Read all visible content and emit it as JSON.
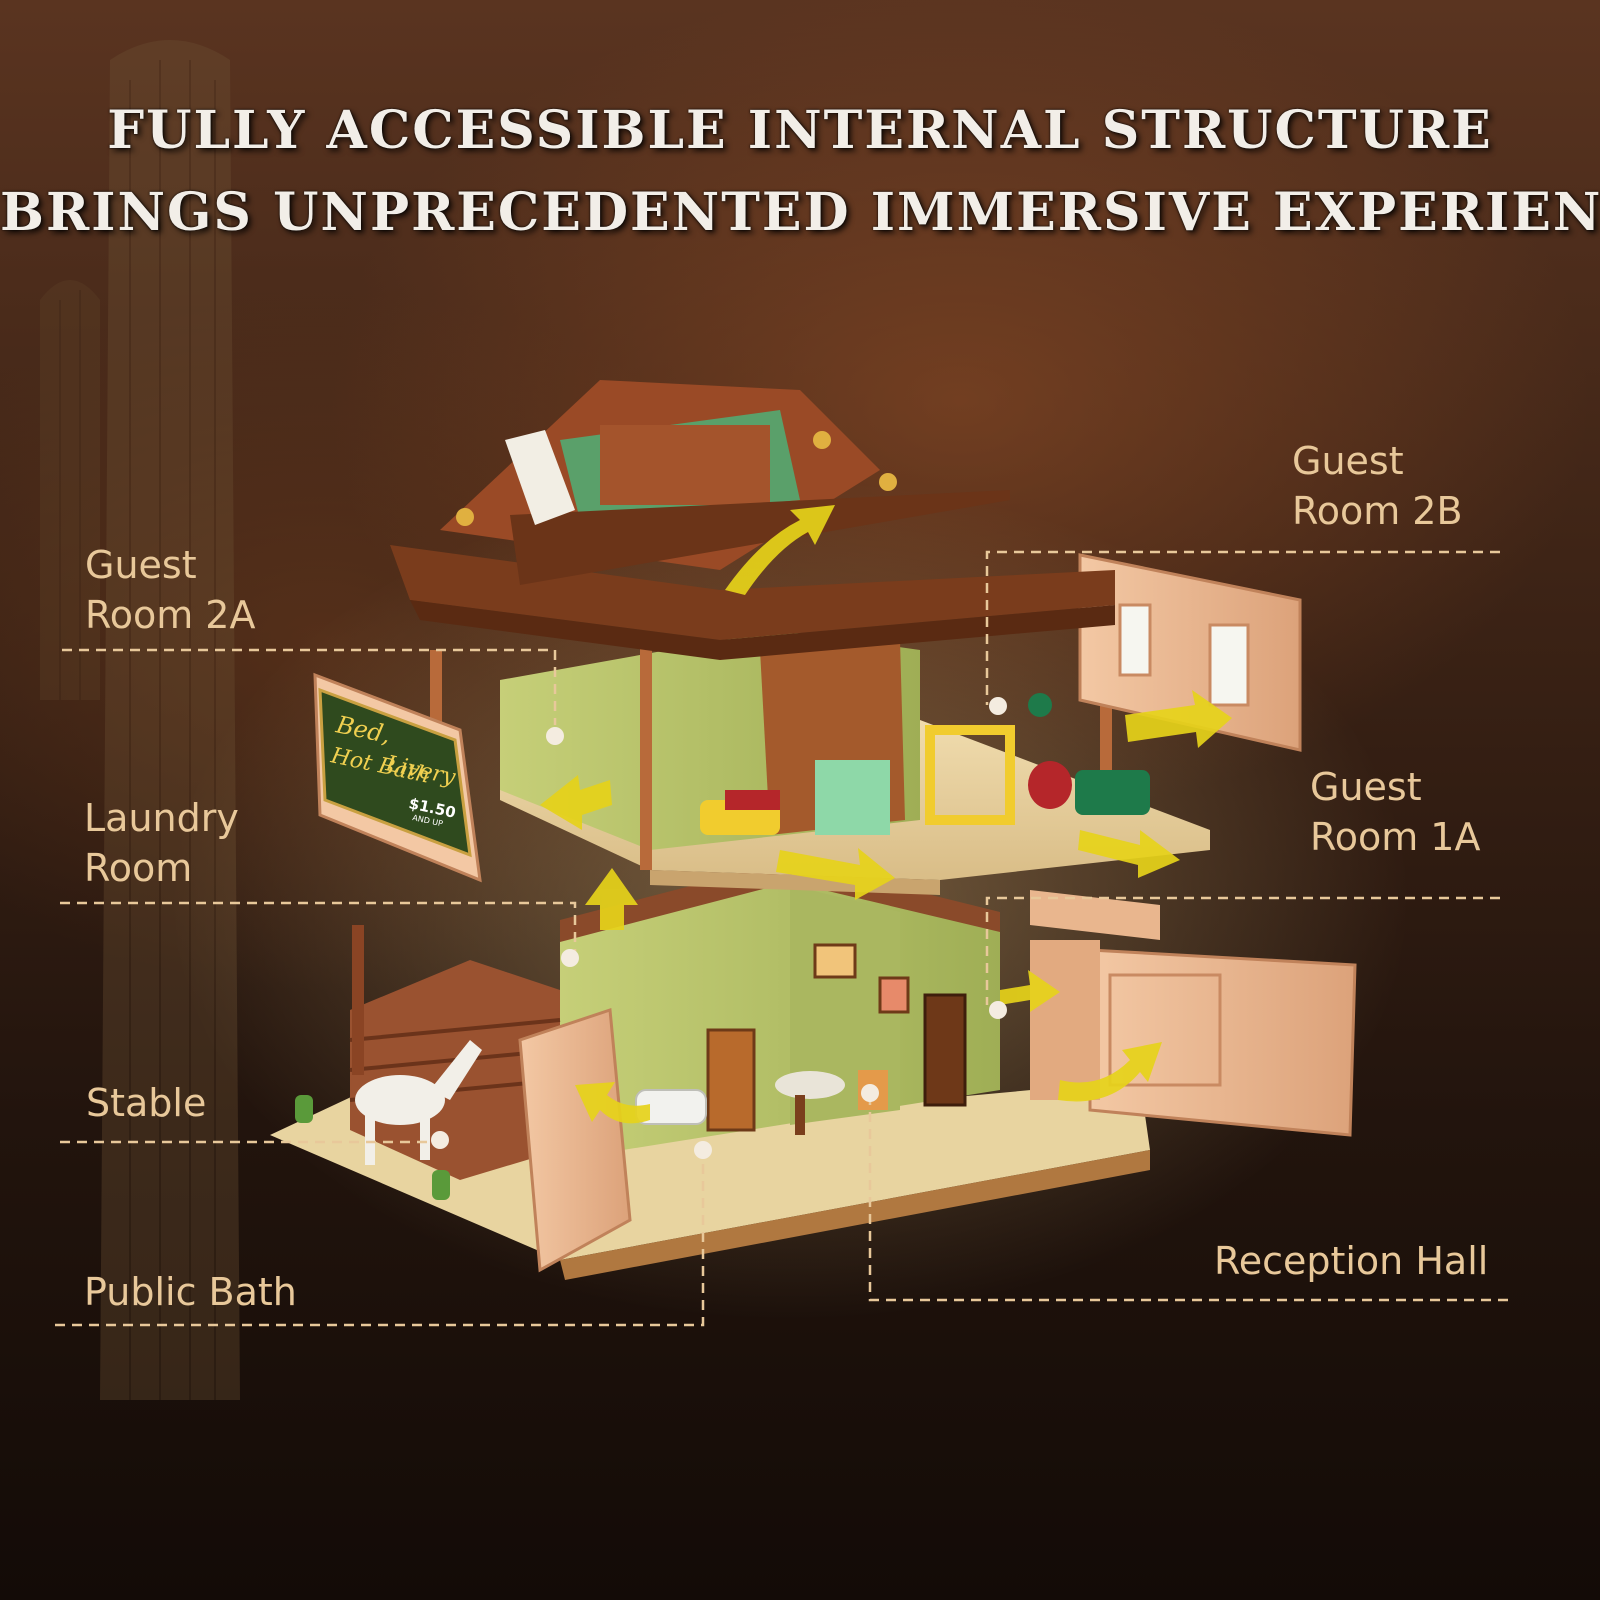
{
  "headline": {
    "line1": "FULLY ACCESSIBLE INTERNAL STRUCTURE",
    "line2": "BRINGS UNPRECEDENTED IMMERSIVE EXPERIENCE"
  },
  "labels": {
    "guest_room_2a": "Guest\nRoom 2A",
    "guest_room_2b": "Guest\nRoom 2B",
    "laundry_room": "Laundry\nRoom",
    "guest_room_1a": "Guest\nRoom 1A",
    "stable": "Stable",
    "public_bath": "Public Bath",
    "reception_hall": "Reception Hall"
  },
  "sign": {
    "line1": "Bed,",
    "line2": "Hot Bath",
    "line3": "Livery",
    "price": "$1.50",
    "price_note": "AND UP"
  },
  "colors": {
    "label": "#e8c89a",
    "headline": "#f2eee8",
    "arrow": "#e6d21a",
    "wall_green": "#b8c46a",
    "wall_tan": "#e9b68e",
    "brown": "#8a4a2a"
  }
}
